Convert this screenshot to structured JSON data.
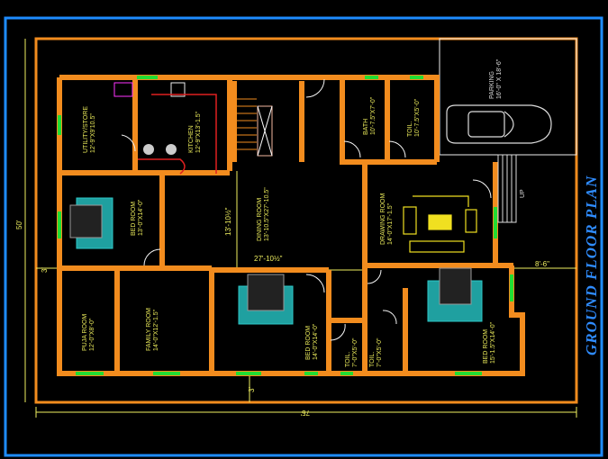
{
  "title": "GROUND FLOOR PLAN",
  "rooms": {
    "utility": {
      "name": "UTILITY/STORE",
      "size": "12'-9\"X9'10.5\""
    },
    "kitchen": {
      "name": "KITCHEN",
      "size": "12'-9\"X13'-1.5\""
    },
    "dining": {
      "name": "DINING ROOM",
      "size": "13'-10.5\"X27'-10.5\""
    },
    "bath": {
      "name": "BATH",
      "size": "10'-7.5\"X7'-0\""
    },
    "toil_top": {
      "name": "TOIL.",
      "size": "10'-7.5\"X5'-0\""
    },
    "parking": {
      "name": "PARKING",
      "size": "16'-0\" X 18'-6\""
    },
    "drawing": {
      "name": "DRAWING ROOM",
      "size": "14'-0\"X17'-1.5\""
    },
    "bed_left": {
      "name": "BED ROOM",
      "size": "13'-0\"X14'-0\""
    },
    "puja": {
      "name": "PUJA ROOM",
      "size": "12'-0\"X8'-0\""
    },
    "family": {
      "name": "FAMILY ROOM",
      "size": "14'-0\"X12'-1.5\""
    },
    "bed_mid": {
      "name": "BED ROOM",
      "size": "14'-0\"X14'-0\""
    },
    "toil_a": {
      "name": "TOIL.",
      "size": "7'-0\"X5'-0\""
    },
    "toil_b": {
      "name": "TOIL.",
      "size": "7'-0\"X5'-0\""
    },
    "bed_right": {
      "name": "BED ROOM",
      "size": "15'-1.5\"X14'-0\""
    }
  },
  "dimensions": {
    "width": "75'",
    "depth": "50'",
    "dining_width": "13'-10½\"",
    "dining_length": "27'-10½\"",
    "side_setback": "8'-6\"",
    "front_setback": "3'",
    "left_setback": "3'"
  },
  "stair_label": "UP",
  "colors": {
    "wall": "#f28c1e",
    "frame": "#1e8cff",
    "window": "#22dd33",
    "text": "#e8e85a"
  }
}
